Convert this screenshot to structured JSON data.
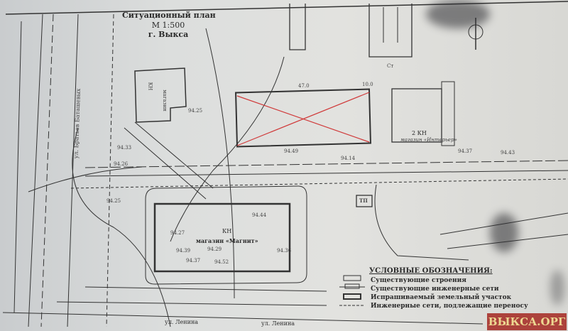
{
  "header": {
    "title": "Ситуационный план",
    "scale": "М 1:500",
    "city": "г. Выкса"
  },
  "buildings": {
    "magnit_code": "КН",
    "magnit_name": "магазин «Магнит»",
    "interior_code": "2 КН",
    "interior_name": "магазин «Интерьер»",
    "topleft_code": "КН",
    "topleft_name": "магазин",
    "substation": "ТП"
  },
  "streets": {
    "batashev": "ул. Братьев Баташевых",
    "lenina_left": "ул. Ленина",
    "lenina_right": "ул. Ленина"
  },
  "dimensions": {
    "plot_length": "47.0",
    "plot_width": "10.0",
    "tree_label": "Ст"
  },
  "elevations": [
    "94.27",
    "94.29",
    "94.39",
    "94.37",
    "94.52",
    "94.36",
    "94.44",
    "94.25",
    "94.49",
    "94.33",
    "94.26",
    "94.37",
    "94.43",
    "94.14",
    "94.25"
  ],
  "legend": {
    "title": "УСЛОВНЫЕ ОБОЗНАЧЕНИЯ:",
    "items": [
      "Существующие строения",
      "Существующие инженерные сети",
      "Испрашиваемый земельный участок",
      "Инженерные сети, подлежащие переносу"
    ]
  },
  "watermark": "ВЫКСА.ОРГ",
  "colors": {
    "paper": "#dcdedd",
    "ink": "#2a2a2a",
    "cross": "#d03a3a",
    "watermark_bg": "#a8322c",
    "watermark_fg": "#f0d88a"
  }
}
